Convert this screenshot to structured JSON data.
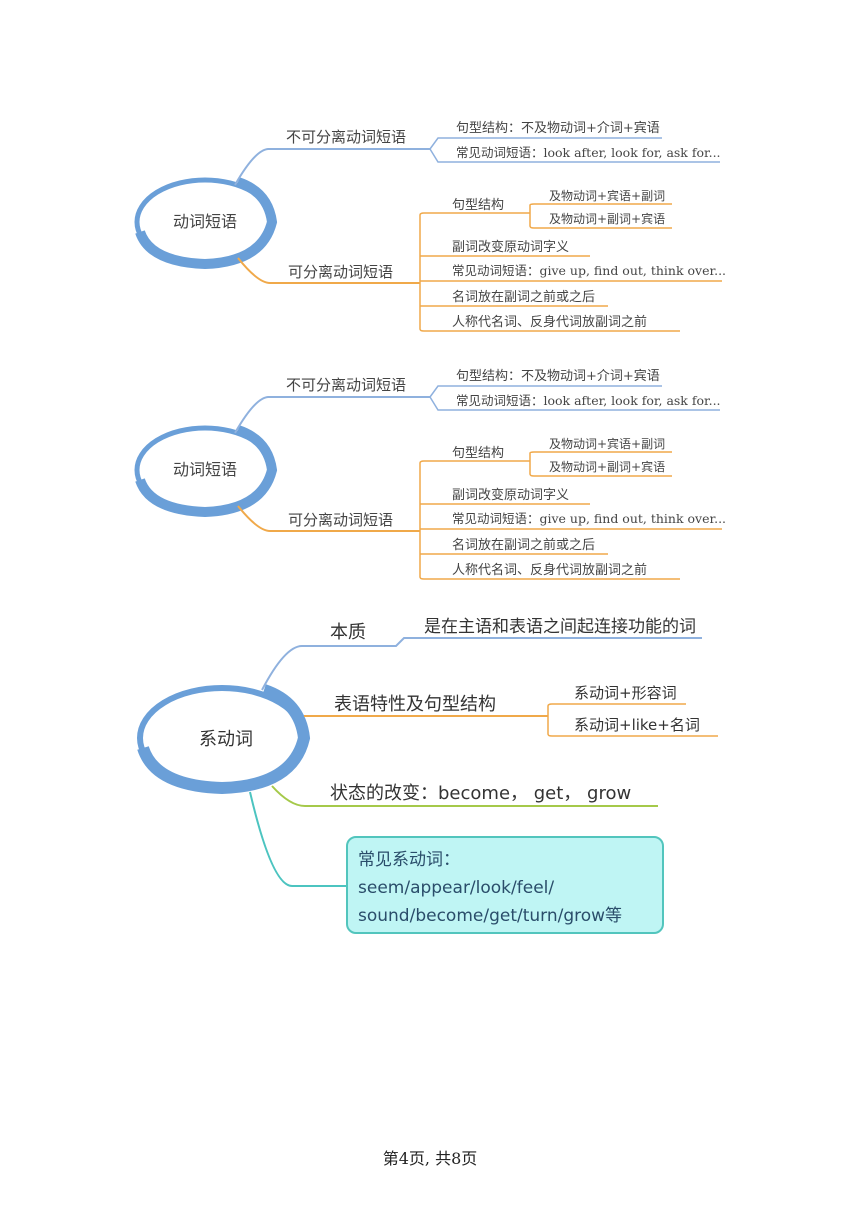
{
  "map1": {
    "center": "动词短语",
    "branch_top": "不可分离动词短语",
    "top_items": [
      "句型结构：不及物动词+介词+宾语",
      "常见动词短语：look after, look for, ask for..."
    ],
    "branch_bottom": "可分离动词短语",
    "structure_label": "句型结构",
    "structure_items": [
      "及物动词+宾语+副词",
      "及物动词+副词+宾语"
    ],
    "bottom_items": [
      "副词改变原动词字义",
      "常见动词短语：give up, find out, think over...",
      "名词放在副词之前或之后",
      "人称代名词、反身代词放副词之前"
    ]
  },
  "map2": {
    "center": "动词短语",
    "branch_top": "不可分离动词短语",
    "top_items": [
      "句型结构：不及物动词+介词+宾语",
      "常见动词短语：look after, look for, ask for..."
    ],
    "branch_bottom": "可分离动词短语",
    "structure_label": "句型结构",
    "structure_items": [
      "及物动词+宾语+副词",
      "及物动词+副词+宾语"
    ],
    "bottom_items": [
      "副词改变原动词字义",
      "常见动词短语：give up, find out, think over...",
      "名词放在副词之前或之后",
      "人称代名词、反身代词放副词之前"
    ]
  },
  "map3": {
    "center": "系动词",
    "essence_label": "本质",
    "essence_text": "是在主语和表语之间起连接功能的词",
    "pattern_label": "表语特性及句型结构",
    "pattern_items": [
      "系动词+形容词",
      "系动词+like+名词"
    ],
    "change_text": "状态的改变：become， get， grow",
    "common_title": "常见系动词：",
    "common_line1": "seem/appear/look/feel/",
    "common_line2": "sound/become/get/turn/grow等"
  },
  "footer": "第4页, 共8页",
  "colors": {
    "blue": "#6a9fd8",
    "orange": "#f0a94a",
    "green": "#a5c94a",
    "teal": "#4cc4c0",
    "card_bg": "#bff5f4"
  }
}
